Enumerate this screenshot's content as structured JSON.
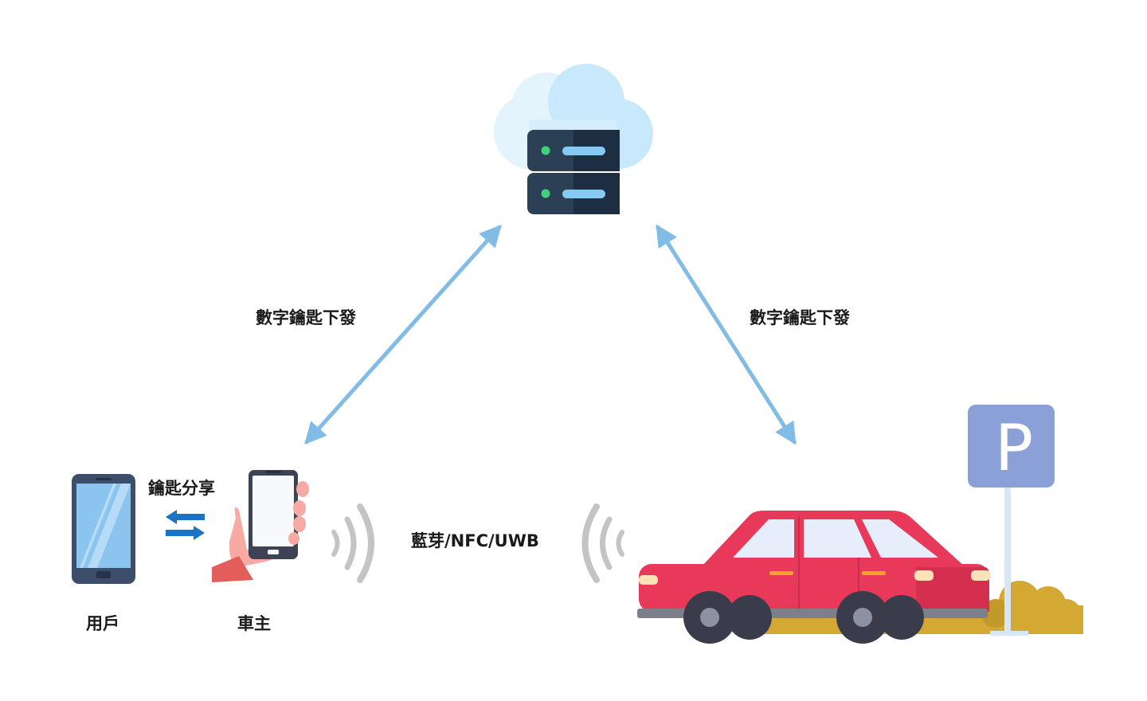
{
  "labels": {
    "download_left": "數字鑰匙下發",
    "download_right": "數字鑰匙下發",
    "key_share": "鑰匙分享",
    "protocols": "藍芽/NFC/UWB",
    "user": "用戶",
    "owner": "車主"
  },
  "parking_sign_letter": "P",
  "icons": [
    "cloud-server-icon",
    "smartphone-icon",
    "hand-phone-icon",
    "exchange-arrows-icon",
    "signal-waves-icon",
    "car-icon",
    "parking-sign-icon"
  ],
  "colors": {
    "arrow": "#82bce6",
    "cloud": "#c6e6fa",
    "server": "#1f3348",
    "car": "#e9395a",
    "parking_sign": "#8aa0d6",
    "exchange_arrows": "#1a73c4",
    "signal": "#c4c4c4",
    "bush": "#d4a933"
  }
}
